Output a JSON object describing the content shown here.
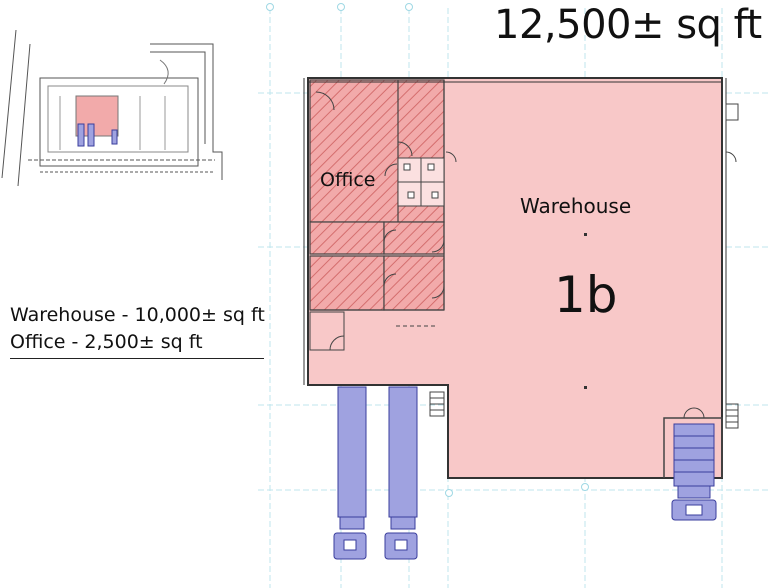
{
  "header": {
    "total_area": "12,500± sq ft"
  },
  "area_breakdown": {
    "warehouse": "Warehouse - 10,000± sq ft",
    "office": "Office - 2,500± sq ft"
  },
  "floor_plan": {
    "office_label": "Office",
    "warehouse_label": "Warehouse",
    "unit_label": "1b"
  },
  "colors": {
    "warehouse_fill": "#f8c8c8",
    "office_fill": "#f2aaaa",
    "office_hatch": "#d46e6e",
    "wall": "#333333",
    "grid_line": "#bfe6ee",
    "loading_dock": "#9fa2e0",
    "loading_dock_stroke": "#3a3d9c"
  }
}
